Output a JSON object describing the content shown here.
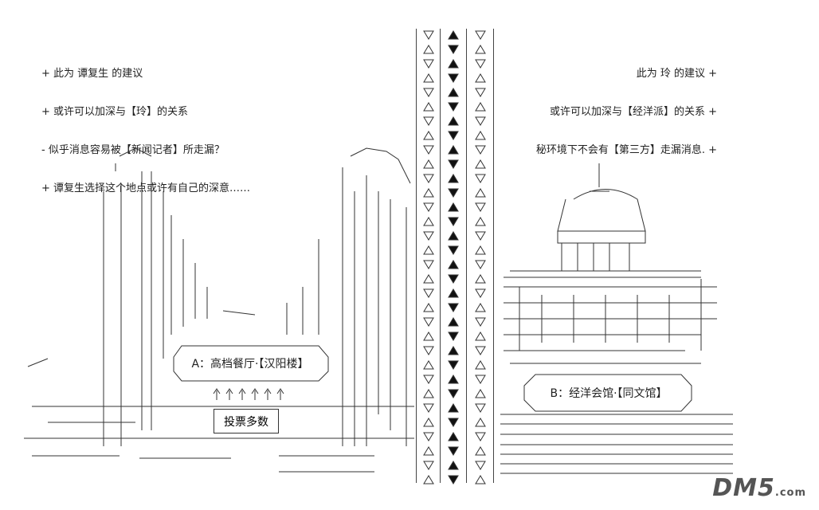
{
  "notes_left": [
    "+ 此为 谭复生 的建议",
    "+ 或许可以加深与【玲】的关系",
    "- 似乎消息容易被【新闻记者】所走漏？",
    "+ 谭复生选择这个地点或许有自己的深意……"
  ],
  "notes_right": [
    "此为 玲 的建议 +",
    "或许可以加深与【经洋派】的关系 +",
    "秘环境下不会有【第三方】走漏消息. +"
  ],
  "option_a": "A：高档餐厅·【汉阳楼】",
  "option_b": "B：经洋会馆·【同文馆】",
  "vote_button": "投票多数",
  "watermark": "DM5",
  "watermark_suffix": ".com"
}
